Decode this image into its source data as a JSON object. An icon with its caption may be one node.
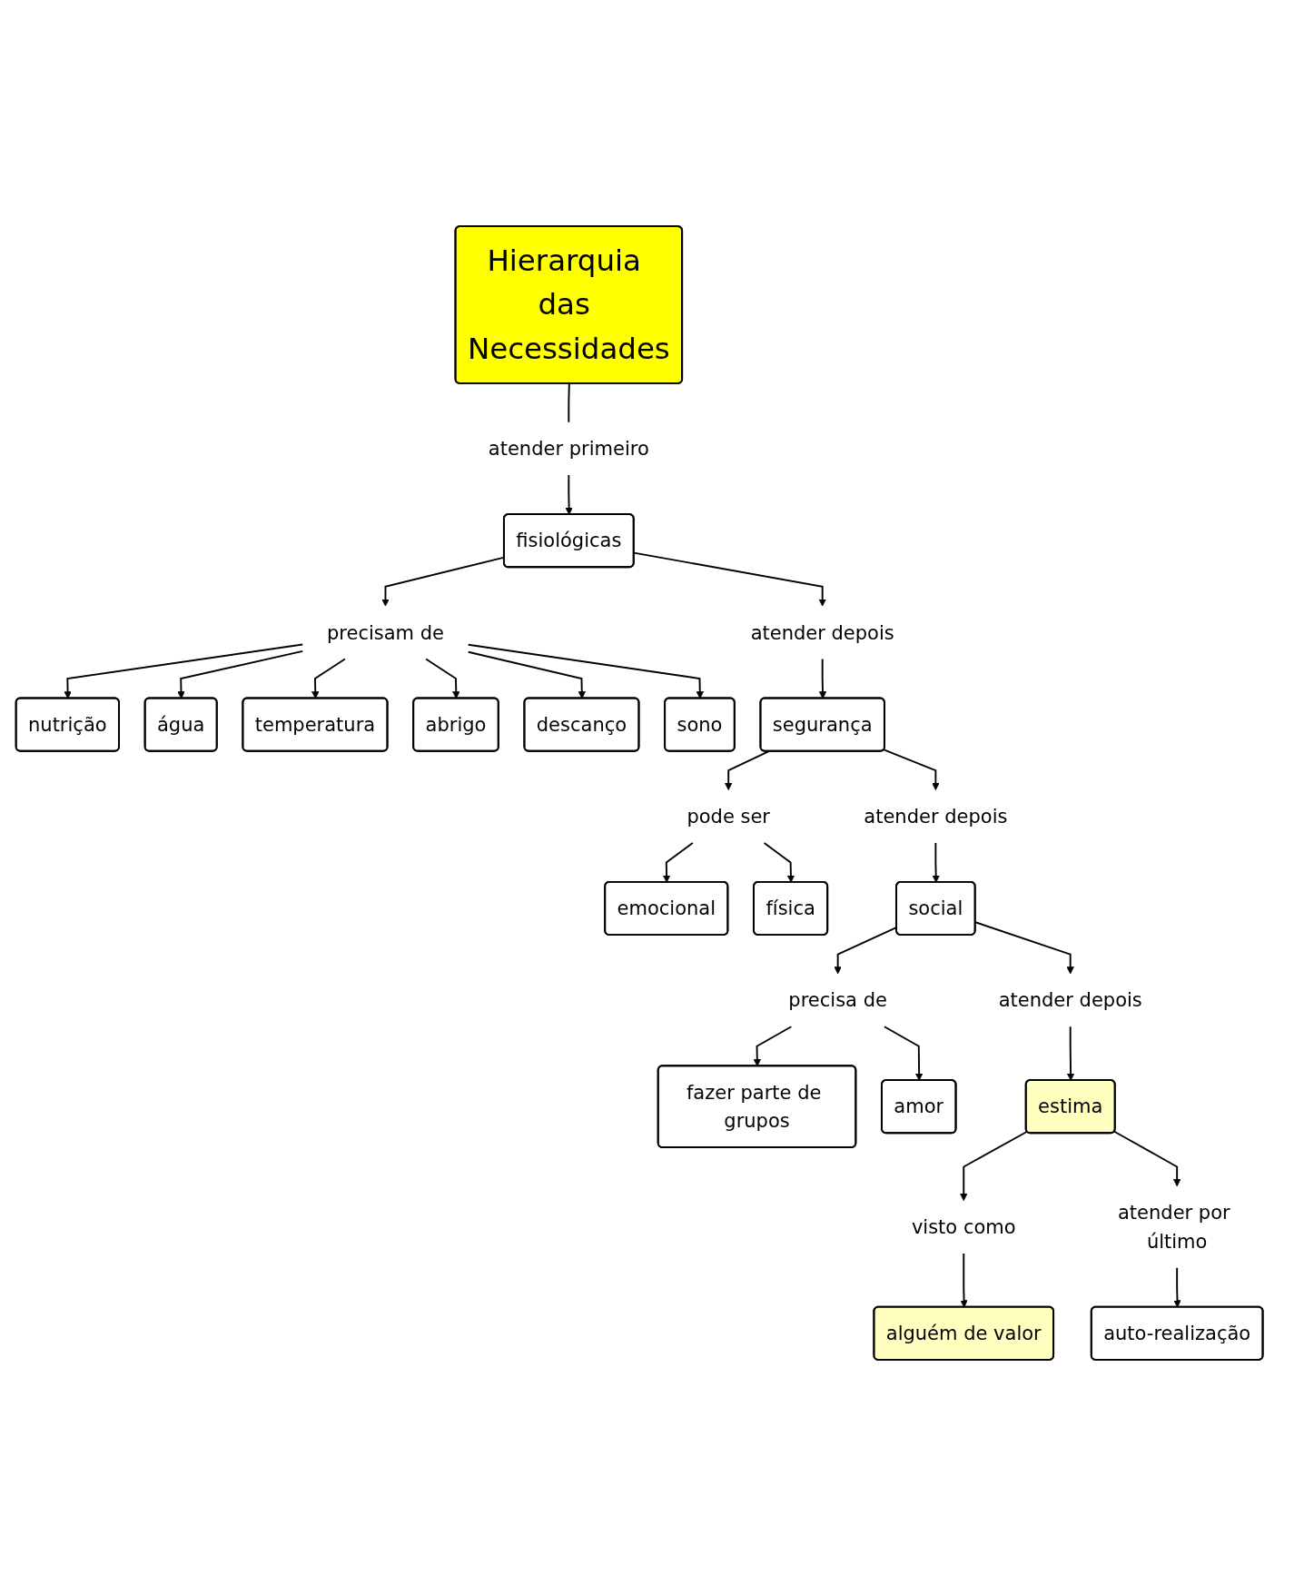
{
  "diagram": {
    "nodes": [
      {
        "text": [
          "Hierarquia das Necessidades"
        ]
      },
      {
        "text": [
          "atender primeiro"
        ]
      },
      {
        "text": [
          "fisiológicas"
        ]
      },
      {
        "text": [
          "precisam de"
        ]
      },
      {
        "text": [
          "nutrição"
        ]
      },
      {
        "text": [
          "água"
        ]
      },
      {
        "text": [
          "temperatura"
        ]
      },
      {
        "text": [
          "abrigo"
        ]
      },
      {
        "text": [
          "descanço"
        ]
      },
      {
        "text": [
          "sono"
        ]
      },
      {
        "text": [
          "atender depois"
        ]
      },
      {
        "text": [
          "segurança"
        ]
      },
      {
        "text": [
          "pode ser"
        ]
      },
      {
        "text": [
          "emocional"
        ]
      },
      {
        "text": [
          "física"
        ]
      },
      {
        "text": [
          "atender depois"
        ]
      },
      {
        "text": [
          "social"
        ]
      },
      {
        "text": [
          "precisa de"
        ]
      },
      {
        "text": [
          "fazer parte de grupos"
        ]
      },
      {
        "text": [
          "amor"
        ]
      },
      {
        "text": [
          "atender depois"
        ]
      },
      {
        "text": [
          "estima"
        ]
      },
      {
        "text": [
          "visto como"
        ]
      },
      {
        "text": [
          "alguém de valor"
        ]
      },
      {
        "text": [
          "atender por último"
        ]
      },
      {
        "text": [
          "auto-realização"
        ]
      }
    ],
    "edges": [
      {
        "from": 0,
        "to": 1,
        "arrow": "none"
      },
      {
        "from": 1,
        "to": 2,
        "arrow": "to"
      },
      {
        "from": 2,
        "to": 3,
        "arrow": "to"
      },
      {
        "from": 3,
        "to": 4,
        "arrow": "to"
      },
      {
        "from": 3,
        "to": 5,
        "arrow": "to"
      },
      {
        "from": 3,
        "to": 6,
        "arrow": "to"
      },
      {
        "from": 3,
        "to": 7,
        "arrow": "to"
      },
      {
        "from": 3,
        "to": 8,
        "arrow": "to"
      },
      {
        "from": 3,
        "to": 9,
        "arrow": "to"
      },
      {
        "from": 2,
        "to": 10,
        "arrow": "to"
      },
      {
        "from": 10,
        "to": 11,
        "arrow": "to"
      },
      {
        "from": 11,
        "to": 12,
        "arrow": "to"
      },
      {
        "from": 12,
        "to": 13,
        "arrow": "to"
      },
      {
        "from": 12,
        "to": 14,
        "arrow": "to"
      },
      {
        "from": 11,
        "to": 15,
        "arrow": "to"
      },
      {
        "from": 15,
        "to": 16,
        "arrow": "to"
      },
      {
        "from": 16,
        "to": 17,
        "arrow": "to"
      },
      {
        "from": 17,
        "to": 18,
        "arrow": "to"
      },
      {
        "from": 17,
        "to": 19,
        "arrow": "to"
      },
      {
        "from": 16,
        "to": 20,
        "arrow": "to"
      },
      {
        "from": 20,
        "to": 21,
        "arrow": "to"
      },
      {
        "from": 21,
        "to": 22,
        "arrow": "to"
      },
      {
        "from": 22,
        "to": 23,
        "arrow": "to"
      },
      {
        "from": 21,
        "to": 24,
        "arrow": "to"
      },
      {
        "from": 24,
        "to": 25,
        "arrow": "to"
      }
    ]
  }
}
